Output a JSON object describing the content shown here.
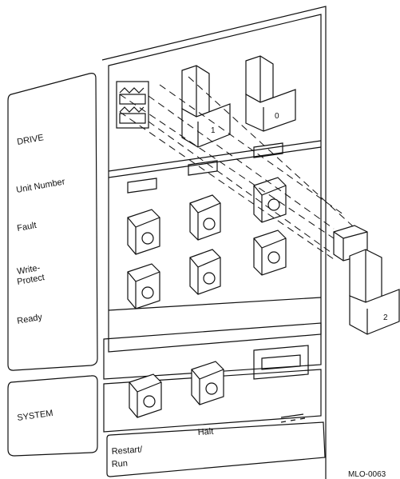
{
  "labels": {
    "drive": "DRIVE",
    "unit_number": "Unit Number",
    "fault": "Fault",
    "write_protect_1": "Write-",
    "write_protect_2": "Protect",
    "ready": "Ready",
    "system": "SYSTEM",
    "halt": "Halt",
    "restart_run_1": "Restart/",
    "restart_run_2": "Run",
    "plug_0": "0",
    "plug_1": "1",
    "plug_2": "2",
    "figure_id": "MLO-0063"
  },
  "colors": {
    "ink": "#111111",
    "background": "#ffffff"
  }
}
